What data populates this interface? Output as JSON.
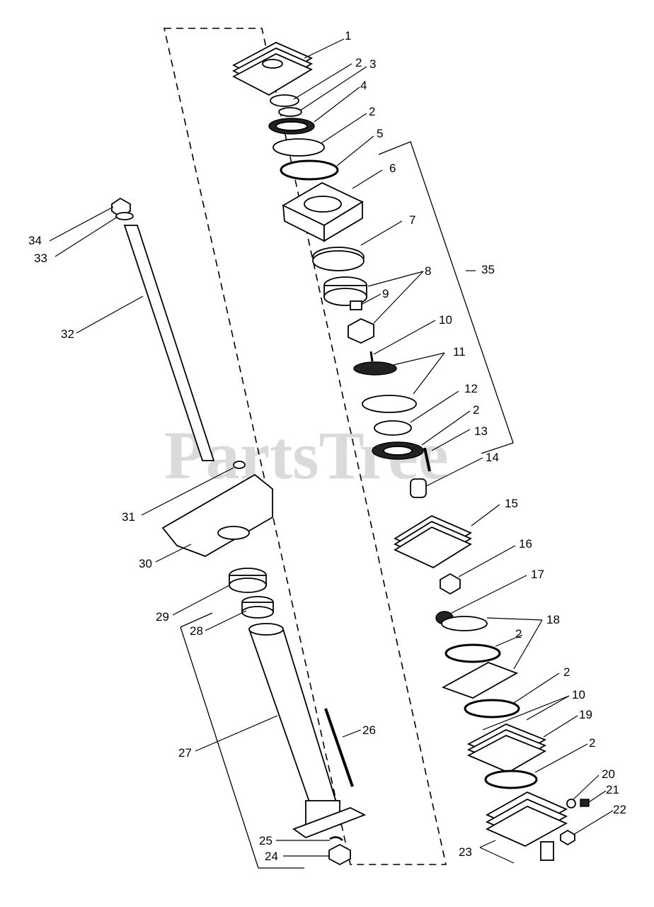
{
  "watermark": "PartsTree",
  "callouts": [
    "1",
    "2",
    "3",
    "4",
    "2",
    "5",
    "6",
    "7",
    "8",
    "9",
    "10",
    "11",
    "12",
    "2",
    "13",
    "14",
    "35",
    "15",
    "16",
    "17",
    "18",
    "2",
    "2",
    "10",
    "19",
    "2",
    "20",
    "21",
    "22",
    "23",
    "34",
    "33",
    "32",
    "31",
    "30",
    "29",
    "28",
    "27",
    "26",
    "25",
    "24"
  ]
}
